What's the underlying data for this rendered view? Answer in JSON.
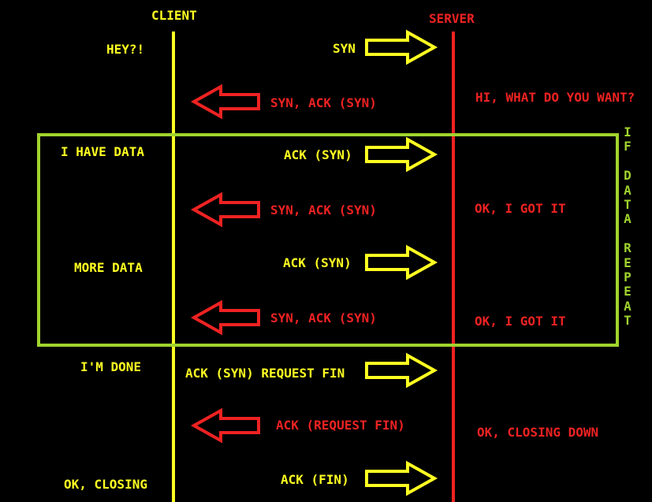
{
  "diagram": {
    "participants": {
      "client": "CLIENT",
      "server": "SERVER"
    },
    "colors": {
      "client": "#ffff22",
      "server": "#ee2222",
      "repeat_box": "#a0d42e",
      "background": "#000000"
    },
    "client_notes": [
      "HEY?!",
      "I HAVE DATA",
      "MORE DATA",
      "I'M DONE",
      "OK, CLOSING"
    ],
    "server_notes": [
      "HI, WHAT DO YOU WANT?",
      "OK, I GOT IT",
      "OK, I GOT IT",
      "OK, CLOSING DOWN"
    ],
    "messages": [
      {
        "label": "SYN",
        "direction": "client-to-server"
      },
      {
        "label": "SYN, ACK (SYN)",
        "direction": "server-to-client"
      },
      {
        "label": "ACK (SYN)",
        "direction": "client-to-server"
      },
      {
        "label": "SYN, ACK (SYN)",
        "direction": "server-to-client"
      },
      {
        "label": "ACK (SYN)",
        "direction": "client-to-server"
      },
      {
        "label": "SYN, ACK (SYN)",
        "direction": "server-to-client"
      },
      {
        "label": "ACK (SYN) REQUEST FIN",
        "direction": "client-to-server"
      },
      {
        "label": "ACK (REQUEST FIN)",
        "direction": "server-to-client"
      },
      {
        "label": "ACK (FIN)",
        "direction": "client-to-server"
      }
    ],
    "repeat_label": "IF DATA REPEAT"
  }
}
